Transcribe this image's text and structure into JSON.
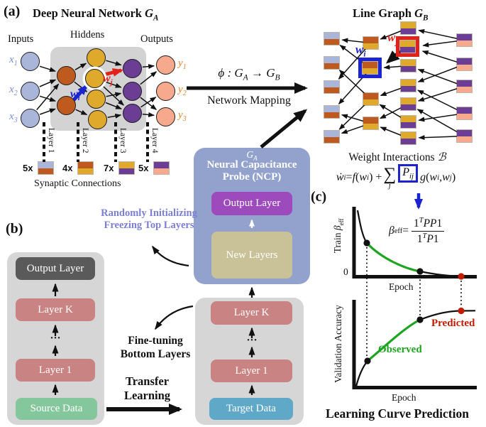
{
  "colors": {
    "input_node": "#a9b6d9",
    "hidden1_node": "#bf5a1e",
    "hidden2_node": "#dfa92c",
    "hidden3_node": "#6c3d95",
    "output_node": "#f6a98c",
    "accent_blue": "#1b24cf",
    "accent_red": "#e0231a",
    "ncp_fill": "#93a2cd",
    "ncp_output": "#9c4abc",
    "ncp_new": "#c9c197",
    "container_gray": "#d6d6d6",
    "layer_rose": "#c98382",
    "dark_layer": "#5a5a5a",
    "source_green": "#85c79c",
    "target_blue": "#5fa8c7",
    "periwinkle_text": "#7c80d2",
    "curve_green": "#1da420",
    "predicted_red": "#c11b00"
  },
  "math": {
    "x": "x",
    "y": "y",
    "w": "w",
    "i": "i",
    "j": "j",
    "n1": "1",
    "n2": "2",
    "n3": "3"
  },
  "panel_a": {
    "tag": "(a)",
    "title": "Deep Neural Network ",
    "g": "G",
    "sub": "A",
    "inputs_label": "Inputs",
    "hiddens_label": "Hiddens",
    "outputs_label": "Outputs",
    "layers": {
      "l1": "Layer 1",
      "l2": "Layer 2",
      "l3": "Layer 3",
      "l4": "Layer 4"
    },
    "counts": {
      "c1": "5x",
      "c2": "4x",
      "c3": "7x",
      "c4": "5x"
    },
    "caption": "Synaptic Connections"
  },
  "mapping": {
    "p1": "ϕ : G",
    "sub1": "A",
    "p2": " → G",
    "sub2": "B",
    "label": "Network Mapping"
  },
  "line_graph": {
    "title": "Line Graph ",
    "g": "G",
    "sub": "B"
  },
  "ncp": {
    "g": "G",
    "g_sub": "A",
    "line1": "Neural Capacitance",
    "line2": "Probe (NCP)",
    "output_layer": "Output Layer",
    "new_layers": "New Layers"
  },
  "annotations": {
    "random1": "Randomly Initializing",
    "random2": "Freezing Top Layers",
    "fine1": "Fine-tuning",
    "fine2": "Bottom Layers",
    "transfer1": "Transfer",
    "transfer2": "Learning"
  },
  "panel_b": {
    "tag": "(b)",
    "left": {
      "output": "Output Layer",
      "layerk": "Layer K",
      "dots": "···",
      "layer1": "Layer 1",
      "source": "Source Data"
    },
    "right": {
      "layerk": "Layer K",
      "dots": "···",
      "layer1": "Layer 1",
      "target": "Target Data"
    }
  },
  "panel_c": {
    "tag": "(c)",
    "wi_title_pre": "Weight Interactions ",
    "script_b": "ℬ",
    "ode": {
      "wdot": "ẇ",
      "i": "i",
      "eq": " = ",
      "f": "f",
      "lp": "(",
      "w": "w",
      "rp_plus": ") + ",
      "sum": "∑",
      "j": "j",
      "P": "P",
      "ij": "ij",
      "g": "g",
      "comma": ", ",
      "rp": ")"
    },
    "beta": {
      "beta": "β",
      "eff": "eff",
      "eq": " = ",
      "one": "1",
      "T": "T",
      "PP": "PP",
      "P": "P"
    },
    "top": {
      "ylabel_pre": "Train ",
      "beta": "β",
      "beta_sub": "eff",
      "zero": "0",
      "xlabel": "Epoch"
    },
    "bottom": {
      "ylabel": "Validation Accuracy",
      "xlabel": "Epoch",
      "observed": "Observed",
      "predicted": "Predicted"
    },
    "caption": "Learning Curve Prediction"
  }
}
